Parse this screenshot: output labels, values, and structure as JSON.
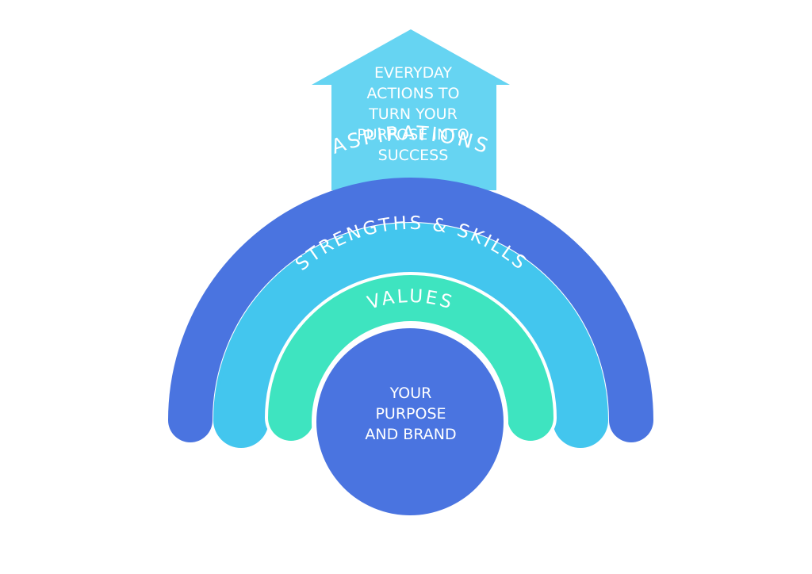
{
  "arrow": {
    "lines": [
      "EVERYDAY",
      "ACTIONS TO",
      "TURN YOUR",
      "PURPOSE INTO",
      "SUCCESS"
    ],
    "color": "#66D4F2"
  },
  "arcs": {
    "aspirations": {
      "label": "ASPIRATIONS",
      "color": "#4A74E0"
    },
    "strengths": {
      "label": "STRENGTHS & SKILLS",
      "color": "#43C6EE"
    },
    "values": {
      "label": "VALUES",
      "color": "#3EE4C0"
    }
  },
  "core": {
    "lines": [
      "YOUR",
      "PURPOSE",
      "AND BRAND"
    ],
    "color": "#4A74E0"
  }
}
